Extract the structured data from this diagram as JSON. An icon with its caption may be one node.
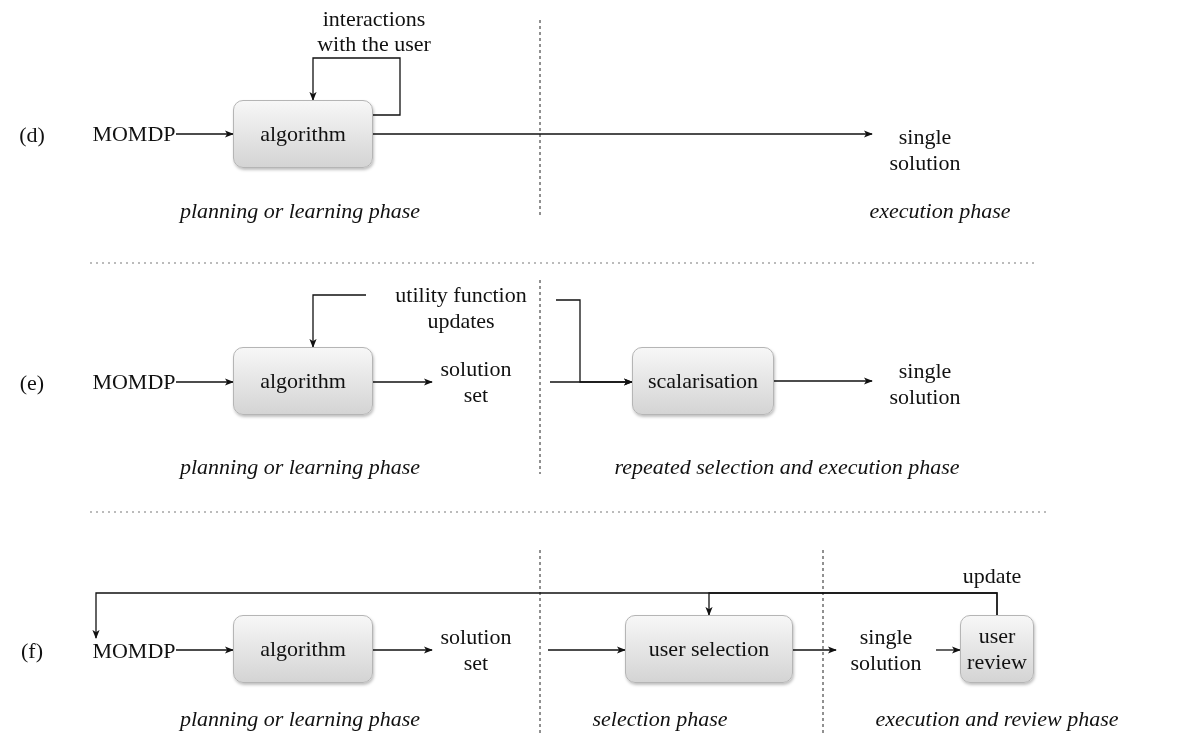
{
  "diagram": {
    "nodes": [
      {
        "text": [
          "MOMDP"
        ]
      },
      {
        "text": [
          "algorithm"
        ]
      },
      {
        "text": [
          "single solution"
        ]
      },
      {
        "text": [
          "MOMDP"
        ]
      },
      {
        "text": [
          "utility function updates"
        ]
      },
      {
        "text": [
          "algorithm"
        ]
      },
      {
        "text": [
          "solution set"
        ]
      },
      {
        "text": [
          "scalarisation"
        ]
      },
      {
        "text": [
          "single solution"
        ]
      },
      {
        "text": [
          "MOMDP"
        ]
      },
      {
        "text": [
          "algorithm"
        ]
      },
      {
        "text": [
          "solution set"
        ]
      },
      {
        "text": [
          "user selection"
        ]
      },
      {
        "text": [
          "single solution"
        ]
      },
      {
        "text": [
          "user review"
        ]
      }
    ],
    "edges": [
      {
        "from": 0,
        "to": 1,
        "arrow": "to"
      },
      {
        "from": 1,
        "to": 2,
        "arrow": "to"
      },
      {
        "from": 1,
        "to": 1,
        "arrow": "to",
        "label": "interactions with the user"
      },
      {
        "from": 3,
        "to": 5,
        "arrow": "to"
      },
      {
        "from": 4,
        "to": 5,
        "arrow": "to"
      },
      {
        "from": 4,
        "to": 7,
        "arrow": "to"
      },
      {
        "from": 5,
        "to": 6,
        "arrow": "to"
      },
      {
        "from": 6,
        "to": 7,
        "arrow": "to"
      },
      {
        "from": 7,
        "to": 8,
        "arrow": "to"
      },
      {
        "from": 9,
        "to": 10,
        "arrow": "to"
      },
      {
        "from": 10,
        "to": 11,
        "arrow": "to"
      },
      {
        "from": 11,
        "to": 12,
        "arrow": "to"
      },
      {
        "from": 12,
        "to": 13,
        "arrow": "to"
      },
      {
        "from": 13,
        "to": 14,
        "arrow": "to"
      },
      {
        "from": 14,
        "to": 9,
        "arrow": "to",
        "label": "update"
      },
      {
        "from": 14,
        "to": 12,
        "arrow": "to"
      }
    ],
    "labels": [
      "(d)",
      "planning or learning phase",
      "execution phase",
      "(e)",
      "planning or learning phase",
      "repeated selection and execution phase",
      "(f)",
      "planning or learning phase",
      "selection phase",
      "execution and review phase"
    ]
  }
}
